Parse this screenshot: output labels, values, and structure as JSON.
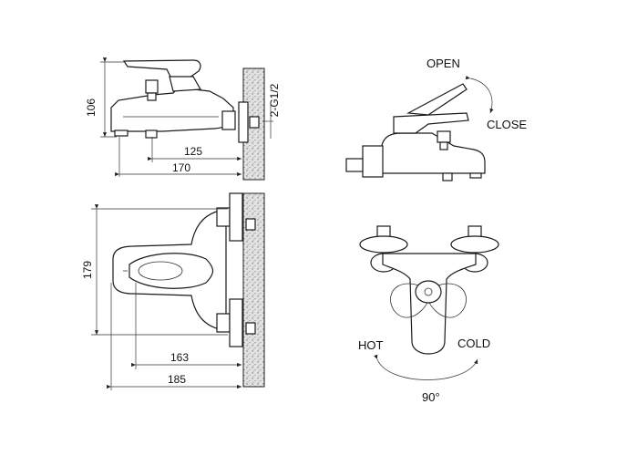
{
  "dimensions": {
    "height": "106",
    "thread": "2-G1/2",
    "d125": "125",
    "d170": "170",
    "width": "179",
    "d163": "163",
    "d185": "185"
  },
  "operation": {
    "open": "OPEN",
    "close": "CLOSE",
    "hot": "HOT",
    "cold": "COLD",
    "angle": "90°"
  }
}
